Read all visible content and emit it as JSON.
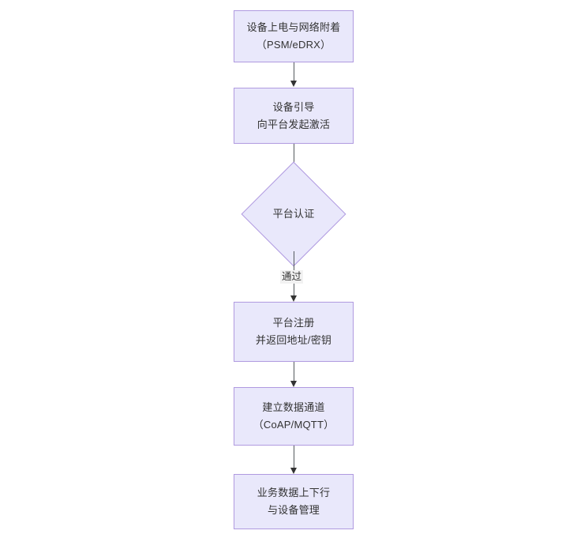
{
  "diagram": {
    "type": "flowchart",
    "orientation": "top-to-bottom",
    "colors": {
      "node_fill": "#e9e8fb",
      "node_border": "#b09ae0",
      "text": "#333333",
      "connector": "#555a5e",
      "edge_label_background": "#f2f2f2",
      "background": "#ffffff"
    },
    "nodes": [
      {
        "id": "n1",
        "shape": "rectangle",
        "line1": "设备上电与网络附着",
        "line2": "（PSM/eDRX）"
      },
      {
        "id": "n2",
        "shape": "rectangle",
        "line1": "设备引导",
        "line2": "向平台发起激活"
      },
      {
        "id": "n3",
        "shape": "diamond",
        "line1": "平台认证",
        "line2": ""
      },
      {
        "id": "n4",
        "shape": "rectangle",
        "line1": "平台注册",
        "line2": "并返回地址/密钥"
      },
      {
        "id": "n5",
        "shape": "rectangle",
        "line1": "建立数据通道",
        "line2": "（CoAP/MQTT）"
      },
      {
        "id": "n6",
        "shape": "rectangle",
        "line1": "业务数据上下行",
        "line2": "与设备管理"
      }
    ],
    "edges": [
      {
        "from": "n1",
        "to": "n2",
        "label": ""
      },
      {
        "from": "n2",
        "to": "n3",
        "label": ""
      },
      {
        "from": "n3",
        "to": "n4",
        "label": "通过"
      },
      {
        "from": "n4",
        "to": "n5",
        "label": ""
      },
      {
        "from": "n5",
        "to": "n6",
        "label": ""
      }
    ]
  }
}
